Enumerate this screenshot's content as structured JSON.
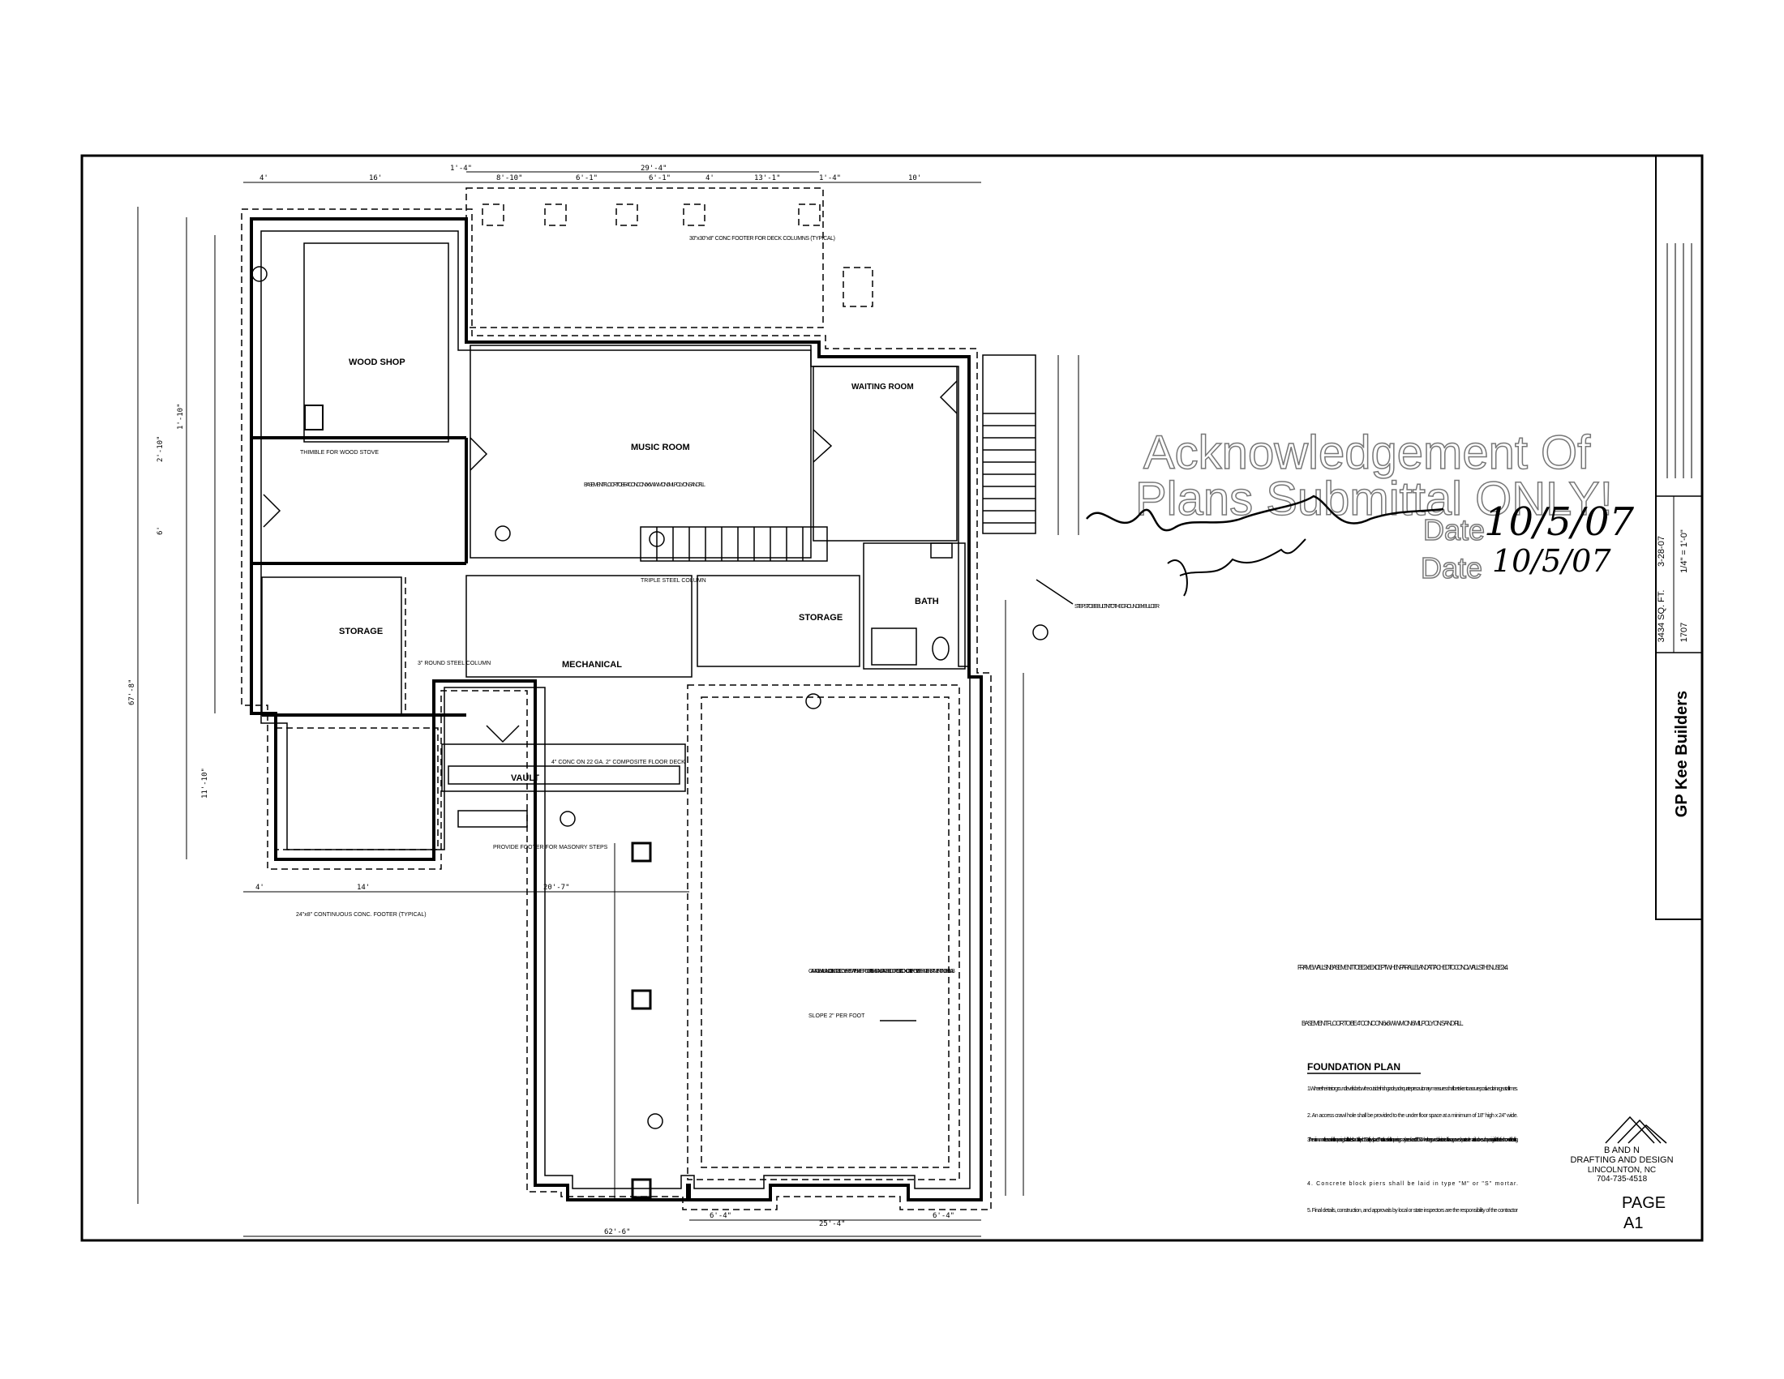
{
  "rooms": {
    "wood_shop": "WOOD SHOP",
    "music_room": "MUSIC ROOM",
    "waiting_room": "WAITING ROOM",
    "storage_left": "STORAGE",
    "storage_right": "STORAGE",
    "mechanical": "MECHANICAL",
    "vault": "VAULT",
    "bath": "BATH"
  },
  "notes": {
    "deck_footing": "30\"x30\"x8\" CONC FOOTER FOR DECK COLUMNS (TYPICAL)",
    "thimble": "THIMBLE FOR WOOD STOVE",
    "music_floor": "BASEMENT FLOOR TO BE 4\" CONC ON 6x6 WWM ON 6 MIL POLY ON SAND FILL",
    "steel_column": "3\" ROUND STEEL COLUMN",
    "triple_steel": "TRIPLE STEEL COLUMN",
    "vault_deck": "4\" CONC ON 22 GA. 2\" COMPOSITE FLOOR DECK",
    "masonry_footer": "PROVIDE FOOTER FOR MASONRY STEPS",
    "continuous_footer": "24\"x8\" CONTINUOUS CONC. FOOTER (TYPICAL)",
    "steps_builder": "STEPS TO BE BUILT INTO THE GROUND BY BUILDER",
    "garage_note": "GARAGE: WALLS AND CEILING TO BE COVERED WITH SHEETROCK FINISHED AND PAINTED. FLOOR TO BE 4\" CONC. ON FILL. PROVIDE TERMITE TREATMENT UNDER SLAB.",
    "garage_slope": "SLOPE 2\" PER FOOT",
    "frame_walls": "FRAME WALLS IN BASEMENT TO BE 2x6 EXCEPT WHEN PARALLEL AND ATTACHED TO CONC. WALLS THEN USE 2x4.",
    "basement_floor": "BASEMENT FLOOR TO BE 4\" CONC ON 6x6 WWM ON 6 MIL POLY ON SAND FILL."
  },
  "foundation": {
    "heading": "FOUNDATION PLAN",
    "items": [
      "1. Where the interior ground level is below the outside finish grade, adequate precautionary measures shall be taken to assure positive drainage at all times.",
      "2. An access crawl hole shall be provided to the under floor space at a minimum of 18\" high x 24\" wide.",
      "3. The minimum net free area of ventilation openings shall not be less than 1 sq. ft. for each 150 sq. ft. of crawl space. The total area of ventilation openings may be reduced to 1/1500 when the ground surface is treated with an approved vapor retarder material and one such opening is within 3 feet of each corner of the building.",
      "4. Concrete block piers shall be laid in type \"M\" or \"S\" mortar.",
      "5. Final details, construction, and approvals by local or state inspectors are the responsibility of the contractor"
    ]
  },
  "stamp": {
    "line1": "Acknowledgement Of",
    "line2": "Plans Submittal ONLY!",
    "date_label1": "Date",
    "date_label2": "Date",
    "date_hand1": "10/5/07",
    "date_hand2": "10/5/07"
  },
  "titleblock": {
    "firm_line1": "B AND N",
    "firm_line2": "DRAFTING AND DESIGN",
    "firm_line3": "LINCOLNTON, NC",
    "firm_phone": "704-735-4518",
    "page_label": "PAGE",
    "page_number": "A1",
    "client": "GP Kee Builders",
    "sqft": "3434 SQ. FT.",
    "date": "3-28-07",
    "scale": "1/4\" = 1'-0\"",
    "job": "1707"
  },
  "dimensions": {
    "top": [
      "4'",
      "16'",
      "1'-4\"",
      "29'-4\"",
      "8'-10\"",
      "6'-1\"",
      "6'-1\"",
      "4'",
      "13'-1\"",
      "1'-4\"",
      "10'"
    ],
    "left": [
      "67'-8\"",
      "2'-10\"",
      "6'",
      "11'-10\"",
      "1'-10\""
    ],
    "bottom": [
      "62'-6\"",
      "4'",
      "14'",
      "20'-7\"",
      "25'-4\"",
      "6'-4\"",
      "6'-4\""
    ]
  }
}
